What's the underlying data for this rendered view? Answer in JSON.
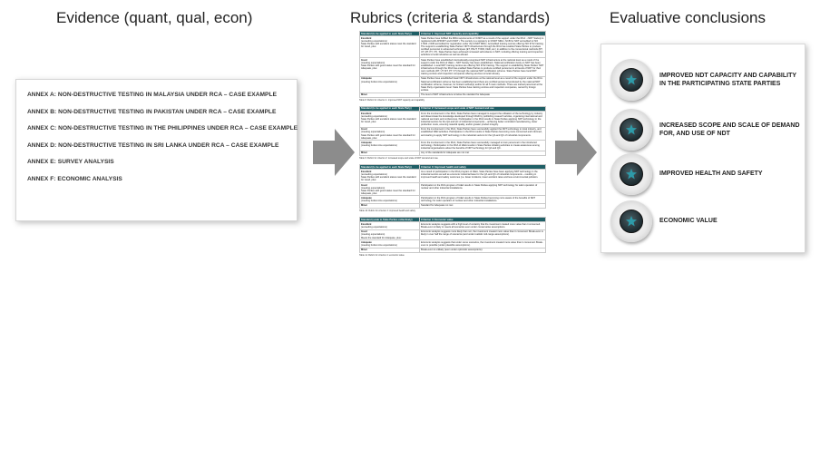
{
  "columns": {
    "evidence_title": "Evidence (quant, qual, econ)",
    "rubrics_title": "Rubrics (criteria & standards)",
    "conclusions_title": "Evaluative conclusions"
  },
  "evidence": {
    "annexes": [
      "ANNEX A: NON-DESTRUCTIVE TESTING IN MALAYSIA UNDER RCA – CASE EXAMPLE",
      "ANNEX B: NON-DESTRUCTIVE TESTING IN PAKISTAN UNDER RCA – CASE EXAMPLE",
      "ANNEX C: NON-DESTRUCTIVE TESTING IN THE PHILIPPINES UNDER RCA – CASE EXAMPLE",
      "ANNEX D: NON-DESTRUCTIVE TESTING IN SRI LANKA UNDER RCA – CASE EXAMPLE",
      "ANNEX E: SURVEY ANALYSIS",
      "ANNEX F: ECONOMIC ANALYSIS"
    ]
  },
  "rubrics": {
    "table1": {
      "header": [
        "Standard (to be applied to each State Party)",
        "Criterion 1: Improved NDT capacity and capability"
      ],
      "rows": [
        {
          "level": "Excellent",
          "sub": "(exceeding expectations)",
          "note": "State Parties with excellent status meet the standard for Good, plus:",
          "text": "State Parties have fulfilled the MRA requirements of ICNDT as a result of the support under the RCA: • NDT Society is registered with APFNDT and ICNDT • The society is a signatory to ICNDT MRA • NCB for NDT accredited to ISO 17024 • NCB accredited for registration under the ICNDT MRA • Accredited training centres offering ISO 9712 training. The support is establishing State Parties' NDT infrastructure through the RCA has enabled State Parties to produce certified personnel in advanced techniques (ET, PAUT, TOFD, FED, etc.) in addition to the conventional methods (RT, UT, MT, PT, VT). State Parties have achieved increased self-reliance in NDT, including offering training and inspection activities to local industries as well as abroad."
        },
        {
          "level": "Good",
          "sub": "(meeting expectations)",
          "note": "State Parties with good status meet the standard for Adequate, plus:",
          "text": "State Parties have established internationally-recognised NDT infrastructure at the national level as a result of the support under the RCA of IAEA: • NDT Society has been established • National certification body on NDT has been established • Local NDT training centres are offering ISO 9712 training. The support in establishing State Parties' NDT infrastructure through the RCA has enabled State Parties to produce certified personnel in all levels of NDT for their own methods (RT, UT, MT, PT, VT) through the national NDT certification scheme. State Parties have local NDT training centres and inspection companies offering services to local industry."
        },
        {
          "level": "Adequate",
          "sub": "(meeting bottom-line expectations)",
          "note": "",
          "text": "State Parties have established basic NDT infrastructure at the national level as a result of the support under the RCA. National certification scheme has been established and there are certified personnel produced by the national NDT certification scheme, however, for limited method(s) and/or for all 5 main methods. There are trained personnel at the State Party organisation level. State Parties have training centres and inspection companies, owned by foreign entities."
        },
        {
          "level": "Minor",
          "sub": "",
          "note": "",
          "text": "The level of NDT infrastructure is below the standard for Adequate"
        }
      ],
      "caption": "Table 8: Rubric for criterion 1: improved NDT capacity and capability"
    },
    "table2": {
      "header": [
        "Standard (to be applied to each State Party)",
        "Criterion 2: Increased scope and scale of NDT demand and use"
      ],
      "rows": [
        {
          "level": "Excellent",
          "sub": "(exceeding expectations)",
          "note": "State Parties with excellent status meet the standard for Good, plus:",
          "text": "From the involvement in the RCA, State Parties have managed to support the utilisation of the technology by industry and disseminate the knowledge developed through R&D by publishing research articles, organising international and national seminars and conferences. Participation in the RCA results in State Parties applying NDT technology in the industrial sectors for the QA and QC of industrial components – achieving better controlled manufacturing, lower production costs, ensuring material quality, and/or greater product integrity."
        },
        {
          "level": "Good",
          "sub": "(meeting expectations)",
          "note": "State Parties with good status meet the standard for Adequate, plus:",
          "text": "From the involvement in the RCA, State Parties have successfully applied the NDT technology to local industry, and established R&D activities. Participation in the RCA results in State Parties becoming more concerned and informed, and starting to apply NDT technology in the industrial sectors for the QA and QC of industrial components."
        },
        {
          "level": "Adequate",
          "sub": "(meeting bottom-line expectations)",
          "note": "",
          "text": "From the involvement in the RCA, State Parties have successfully managed to train personnel in the introduced technology. Participation in the RCA of IAEA results in State Parties initiating activities to create awareness among industrial organisations about the benefits of NDT technology for QA and QC."
        },
        {
          "level": "Minor",
          "sub": "",
          "note": "",
          "text": "Any of the standards for Adequate are not met"
        }
      ],
      "caption": "Table 9: Rubric for criterion 2: increased scope and scale of NDT demand and use"
    },
    "table3": {
      "header": [
        "Standard (to be applied to each State Party)",
        "Criterion 3: Improved health and safety"
      ],
      "rows": [
        {
          "level": "Excellent",
          "sub": "(exceeding expectations)",
          "note": "State Parties with excellent status meet the standard for Good, plus:",
          "text": "As a result of participation in the RCA program of IAEA, State Parties have been applying NDT technology in the industrial sectors as well as economic industrial base for the QA and QC of industrial components – resulting in improved health and safety outcomes (i.e. fewer incidents, lower accident rates and less environmental pollution."
        },
        {
          "level": "Good",
          "sub": "(meeting expectations)",
          "note": "State Parties with good status meet the standard for Adequate, plus:",
          "text": "Participation in the RCA program of IAEA results in State Parties applying NDT technology for safer operation of nuclear and other industrial installations."
        },
        {
          "level": "Adequate",
          "sub": "(meeting bottom-line expectations)",
          "note": "",
          "text": "Participation in the RCA program of IAEA results in State Parties becoming more aware of the benefits of NDT technology for safer operation of nuclear and other industrial installations."
        },
        {
          "level": "Minor",
          "sub": "",
          "note": "",
          "text": "Standard for Adequate not met"
        }
      ],
      "caption": "Table 10: Rubric for criterion 3: improved health and safety"
    },
    "table4": {
      "header": [
        "Standard (scale to State Parties collectively)",
        "Criterion 4: Economic value"
      ],
      "rows": [
        {
          "level": "Excellent",
          "sub": "(exceeding expectations)",
          "note": "",
          "text": "Economic analysis suggests with a high level of certainty that the investment created more value than it consumed. Break-even is likely to meets all scenarios even under conservative assumptions."
        },
        {
          "level": "Good",
          "sub": "(meeting expectations)",
          "note": "Meets the standard for Adequate, plus:",
          "text": "Economic analysis suggests more likely than not, the investment created more value than it consumed. Break-even is likely in over half the range of scenarios (and under realistic mid-range assumptions)."
        },
        {
          "level": "Adequate",
          "sub": "(meeting bottom-line expectations)",
          "note": "",
          "text": "Economic analysis suggests that under some scenarios, the investment created more value than it consumed. Break-even is possible (under plausible assumptions)."
        },
        {
          "level": "Minor",
          "sub": "",
          "note": "",
          "text": "Break-even is unlikely (even under optimistic assumptions)."
        }
      ],
      "caption": "Table 11: Rubric for criterion 4: economic value"
    }
  },
  "conclusions": {
    "items": [
      "IMPROVED NDT CAPACITY AND CAPABILITY IN THE PARTICIPATING STATE PARTIES",
      "INCREASED SCOPE AND SCALE OF DEMAND FOR, AND USE OF NDT",
      "IMPROVED HEALTH AND SAFETY",
      "ECONOMIC VALUE"
    ]
  },
  "colors": {
    "table_header": "#1f5f66",
    "arrow": "#8c8c8c",
    "badge_core": "#1d2b30",
    "badge_accent": "#2e9aa8"
  },
  "icons": [
    "right-arrow-icon",
    "medal-badge-icon"
  ]
}
